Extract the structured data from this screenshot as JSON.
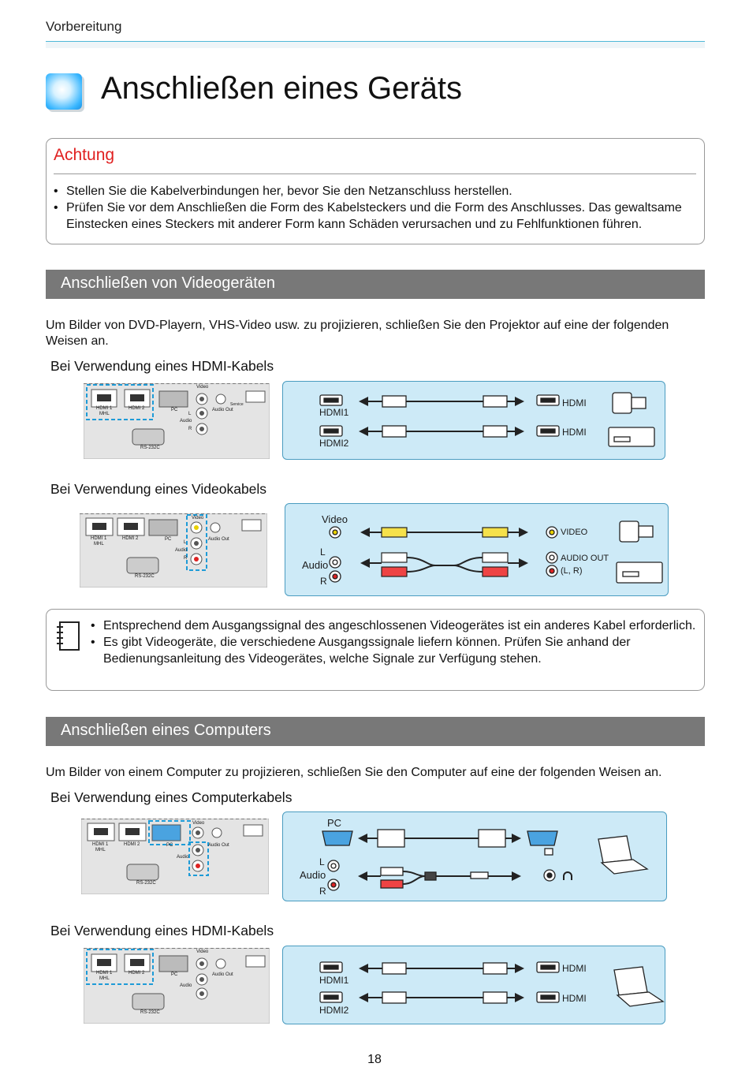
{
  "header": {
    "section": "Vorbereitung"
  },
  "title": "Anschließen eines Geräts",
  "caution": {
    "title": "Achtung",
    "items": [
      "Stellen Sie die Kabelverbindungen her, bevor Sie den Netzanschluss herstellen.",
      "Prüfen Sie vor dem Anschließen die Form des Kabelsteckers und die Form des Anschlusses. Das gewaltsame Einstecken eines Steckers mit anderer Form kann Schäden verursachen und zu Fehlfunktionen führen."
    ]
  },
  "video_section": {
    "heading": "Anschließen von Videogeräten",
    "intro": "Um Bilder von DVD-Playern, VHS-Video usw. zu projizieren, schließen Sie den Projektor auf eine der folgenden Weisen an.",
    "hdmi_heading": "Bei Verwendung eines HDMI-Kabels",
    "video_heading": "Bei Verwendung eines Videokabels"
  },
  "panel_labels": {
    "hdmi1_mhl": "HDMI 1",
    "mhl": "MHL",
    "hdmi2": "HDMI 2",
    "pc": "PC",
    "video": "Video",
    "audio": "Audio",
    "l": "L",
    "r": "R",
    "audio_out": "Audio Out",
    "service": "Service",
    "rs232c": "RS-232C"
  },
  "hdmi_diagram": {
    "left1": "HDMI1",
    "left2": "HDMI2",
    "right1": "HDMI",
    "right2": "HDMI"
  },
  "video_diagram": {
    "video": "Video",
    "l": "L",
    "audio": "Audio",
    "r": "R",
    "video_out": "VIDEO",
    "audio_out": "AUDIO OUT",
    "lr": "(L, R)"
  },
  "note": {
    "items": [
      "Entsprechend dem Ausgangssignal des angeschlossenen Videogerätes ist ein anderes Kabel erforderlich.",
      "Es gibt Videogeräte, die verschiedene Ausgangssignale liefern können. Prüfen Sie anhand der Bedienungsanleitung des Videogerätes, welche Signale zur Verfügung stehen."
    ]
  },
  "computer_section": {
    "heading": "Anschließen eines Computers",
    "intro": "Um Bilder von einem Computer zu projizieren, schließen Sie den Computer auf eine der folgenden Weisen an.",
    "pc_heading": "Bei Verwendung eines Computerkabels",
    "hdmi_heading": "Bei Verwendung eines HDMI-Kabels"
  },
  "pc_diagram": {
    "pc": "PC",
    "l": "L",
    "audio": "Audio",
    "r": "R"
  },
  "page_number": "18",
  "colors": {
    "accent_blue": "#4fb8d8",
    "caution_red": "#e02020",
    "section_bar": "#787878",
    "diagram_bg": "#cdeaf7",
    "dashed_highlight": "#1e9bd7"
  }
}
